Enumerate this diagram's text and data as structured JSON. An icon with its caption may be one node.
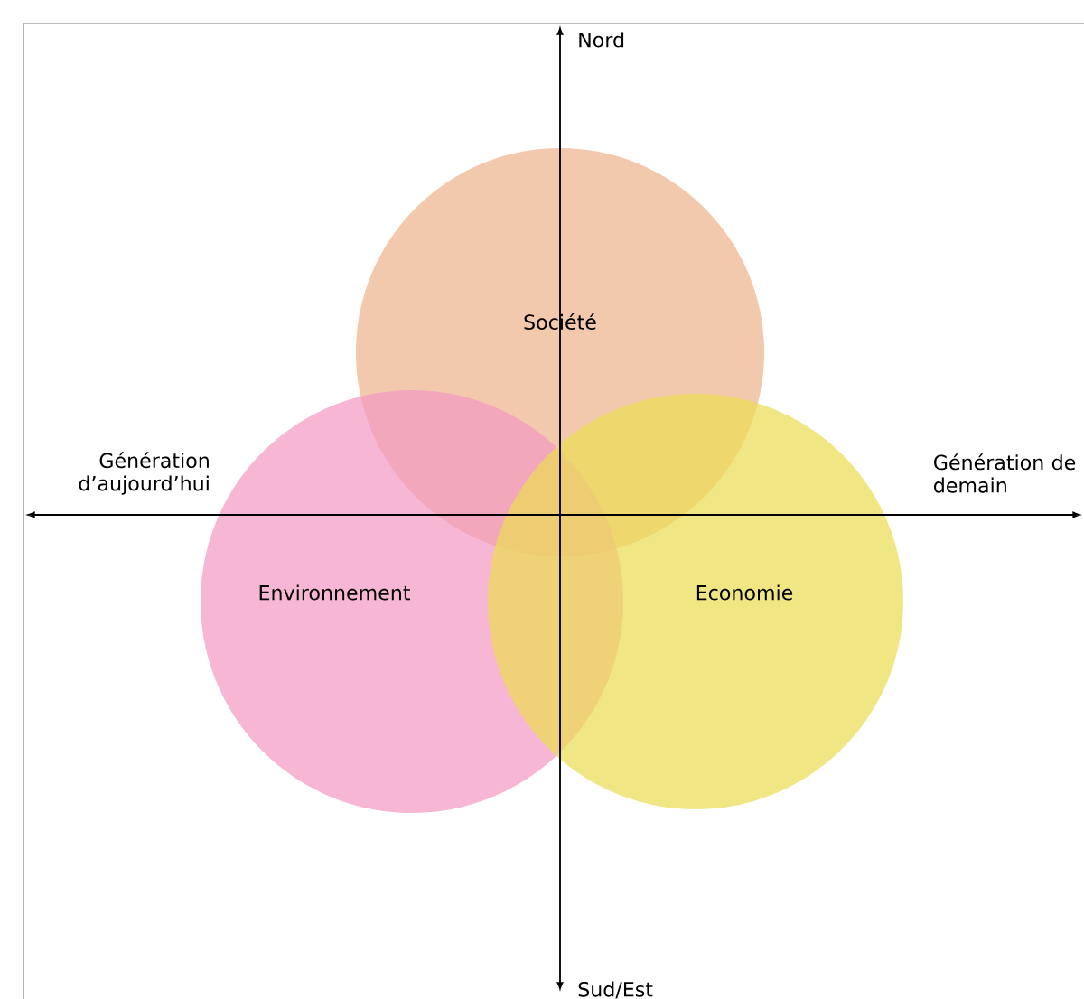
{
  "diagram": {
    "nodes": [
      {
        "text": [
          "Société"
        ]
      },
      {
        "text": [
          "Environnement"
        ]
      },
      {
        "text": [
          "Economie"
        ]
      }
    ],
    "labels": [
      "Nord",
      "Génération d’aujourd’hui",
      "Génération de demain",
      "Sud/Est"
    ]
  }
}
